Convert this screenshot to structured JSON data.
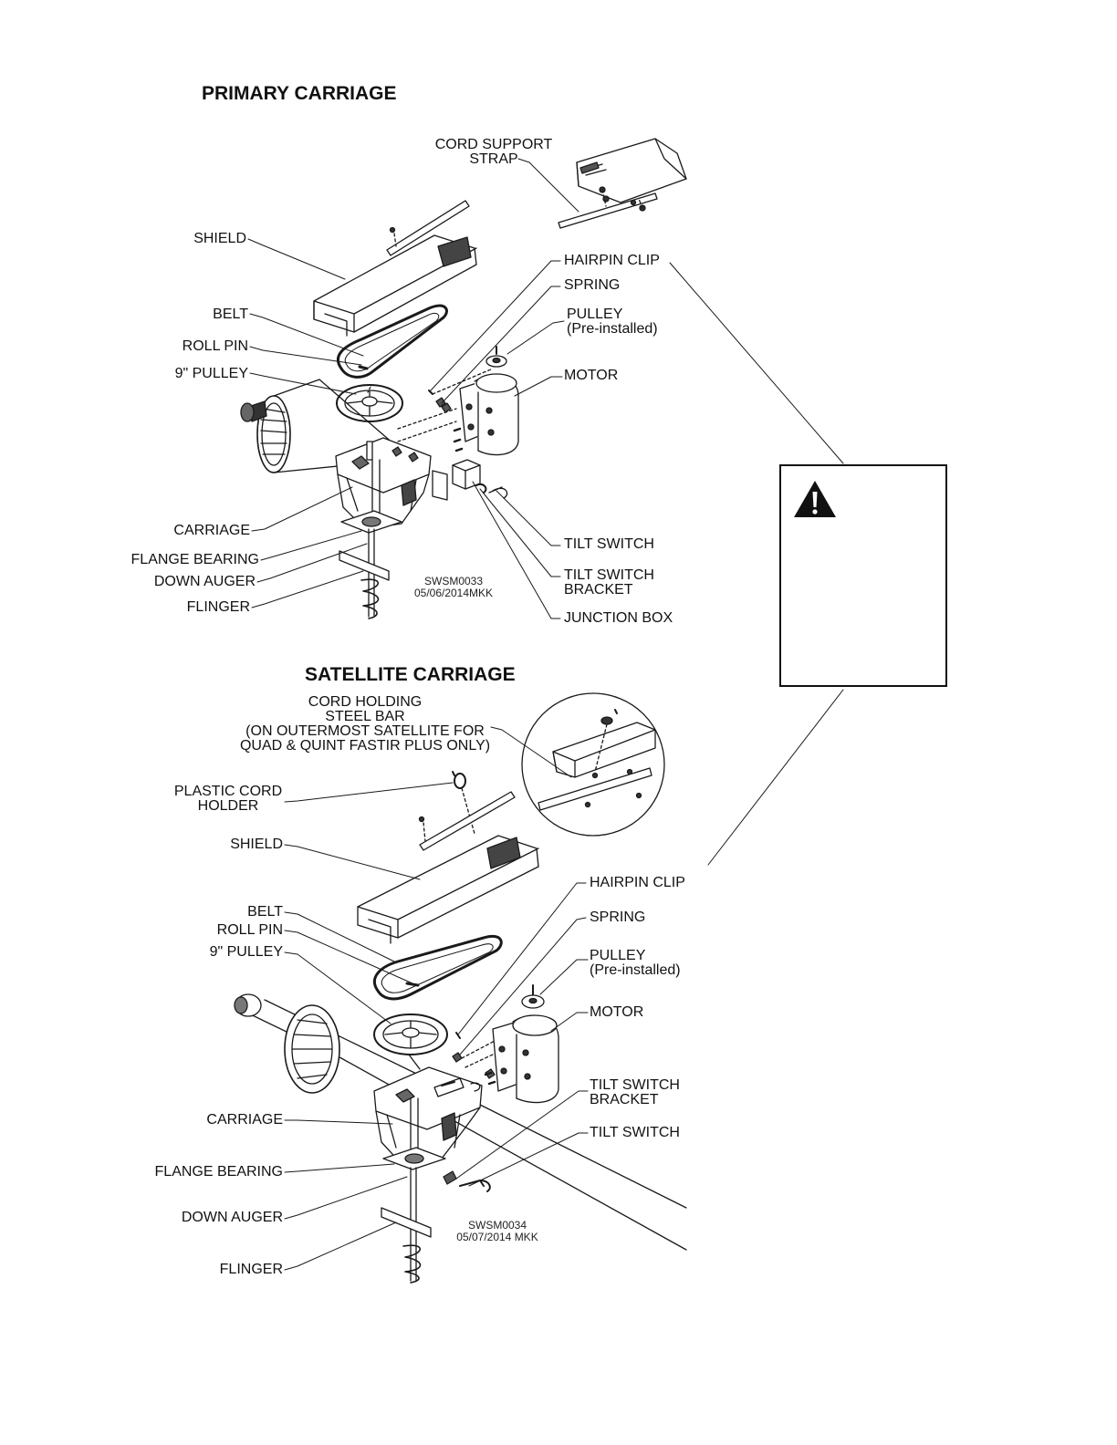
{
  "primary": {
    "title": "PRIMARY CARRIAGE",
    "drawing_code": [
      "SWSM0033",
      "05/06/2014MKK"
    ],
    "labels": {
      "cord_support_strap": [
        "CORD SUPPORT",
        "STRAP"
      ],
      "shield": "SHIELD",
      "belt": "BELT",
      "roll_pin": "ROLL PIN",
      "pulley_9": "9\" PULLEY",
      "carriage": "CARRIAGE",
      "flange_bearing": "FLANGE BEARING",
      "down_auger": "DOWN AUGER",
      "flinger": "FLINGER",
      "hairpin_clip": "HAIRPIN CLIP",
      "spring": "SPRING",
      "pulley": [
        "PULLEY",
        "(Pre-installed)"
      ],
      "motor": "MOTOR",
      "tilt_switch": "TILT SWITCH",
      "tilt_switch_bracket": [
        "TILT SWITCH",
        "BRACKET"
      ],
      "junction_box": "JUNCTION BOX"
    }
  },
  "satellite": {
    "title": "SATELLITE CARRIAGE",
    "drawing_code": [
      "SWSM0034",
      "05/07/2014 MKK"
    ],
    "labels": {
      "cord_holding_steel_bar": [
        "CORD HOLDING",
        "STEEL BAR",
        "(ON OUTERMOST SATELLITE FOR",
        "QUAD & QUINT FASTIR PLUS ONLY)"
      ],
      "plastic_cord_holder": [
        "PLASTIC CORD",
        "HOLDER"
      ],
      "shield": "SHIELD",
      "belt": "BELT",
      "roll_pin": "ROLL PIN",
      "pulley_9": "9\" PULLEY",
      "carriage": "CARRIAGE",
      "flange_bearing": "FLANGE BEARING",
      "down_auger": "DOWN AUGER",
      "flinger": "FLINGER",
      "hairpin_clip": "HAIRPIN CLIP",
      "spring": "SPRING",
      "pulley": [
        "PULLEY",
        "(Pre-installed)"
      ],
      "motor": "MOTOR",
      "tilt_switch_bracket": [
        "TILT SWITCH",
        "BRACKET"
      ],
      "tilt_switch": "TILT SWITCH"
    }
  },
  "warning": {
    "icon": "warning-triangle-icon"
  },
  "colors": {
    "ink": "#1a1a1a",
    "paper": "#ffffff"
  }
}
